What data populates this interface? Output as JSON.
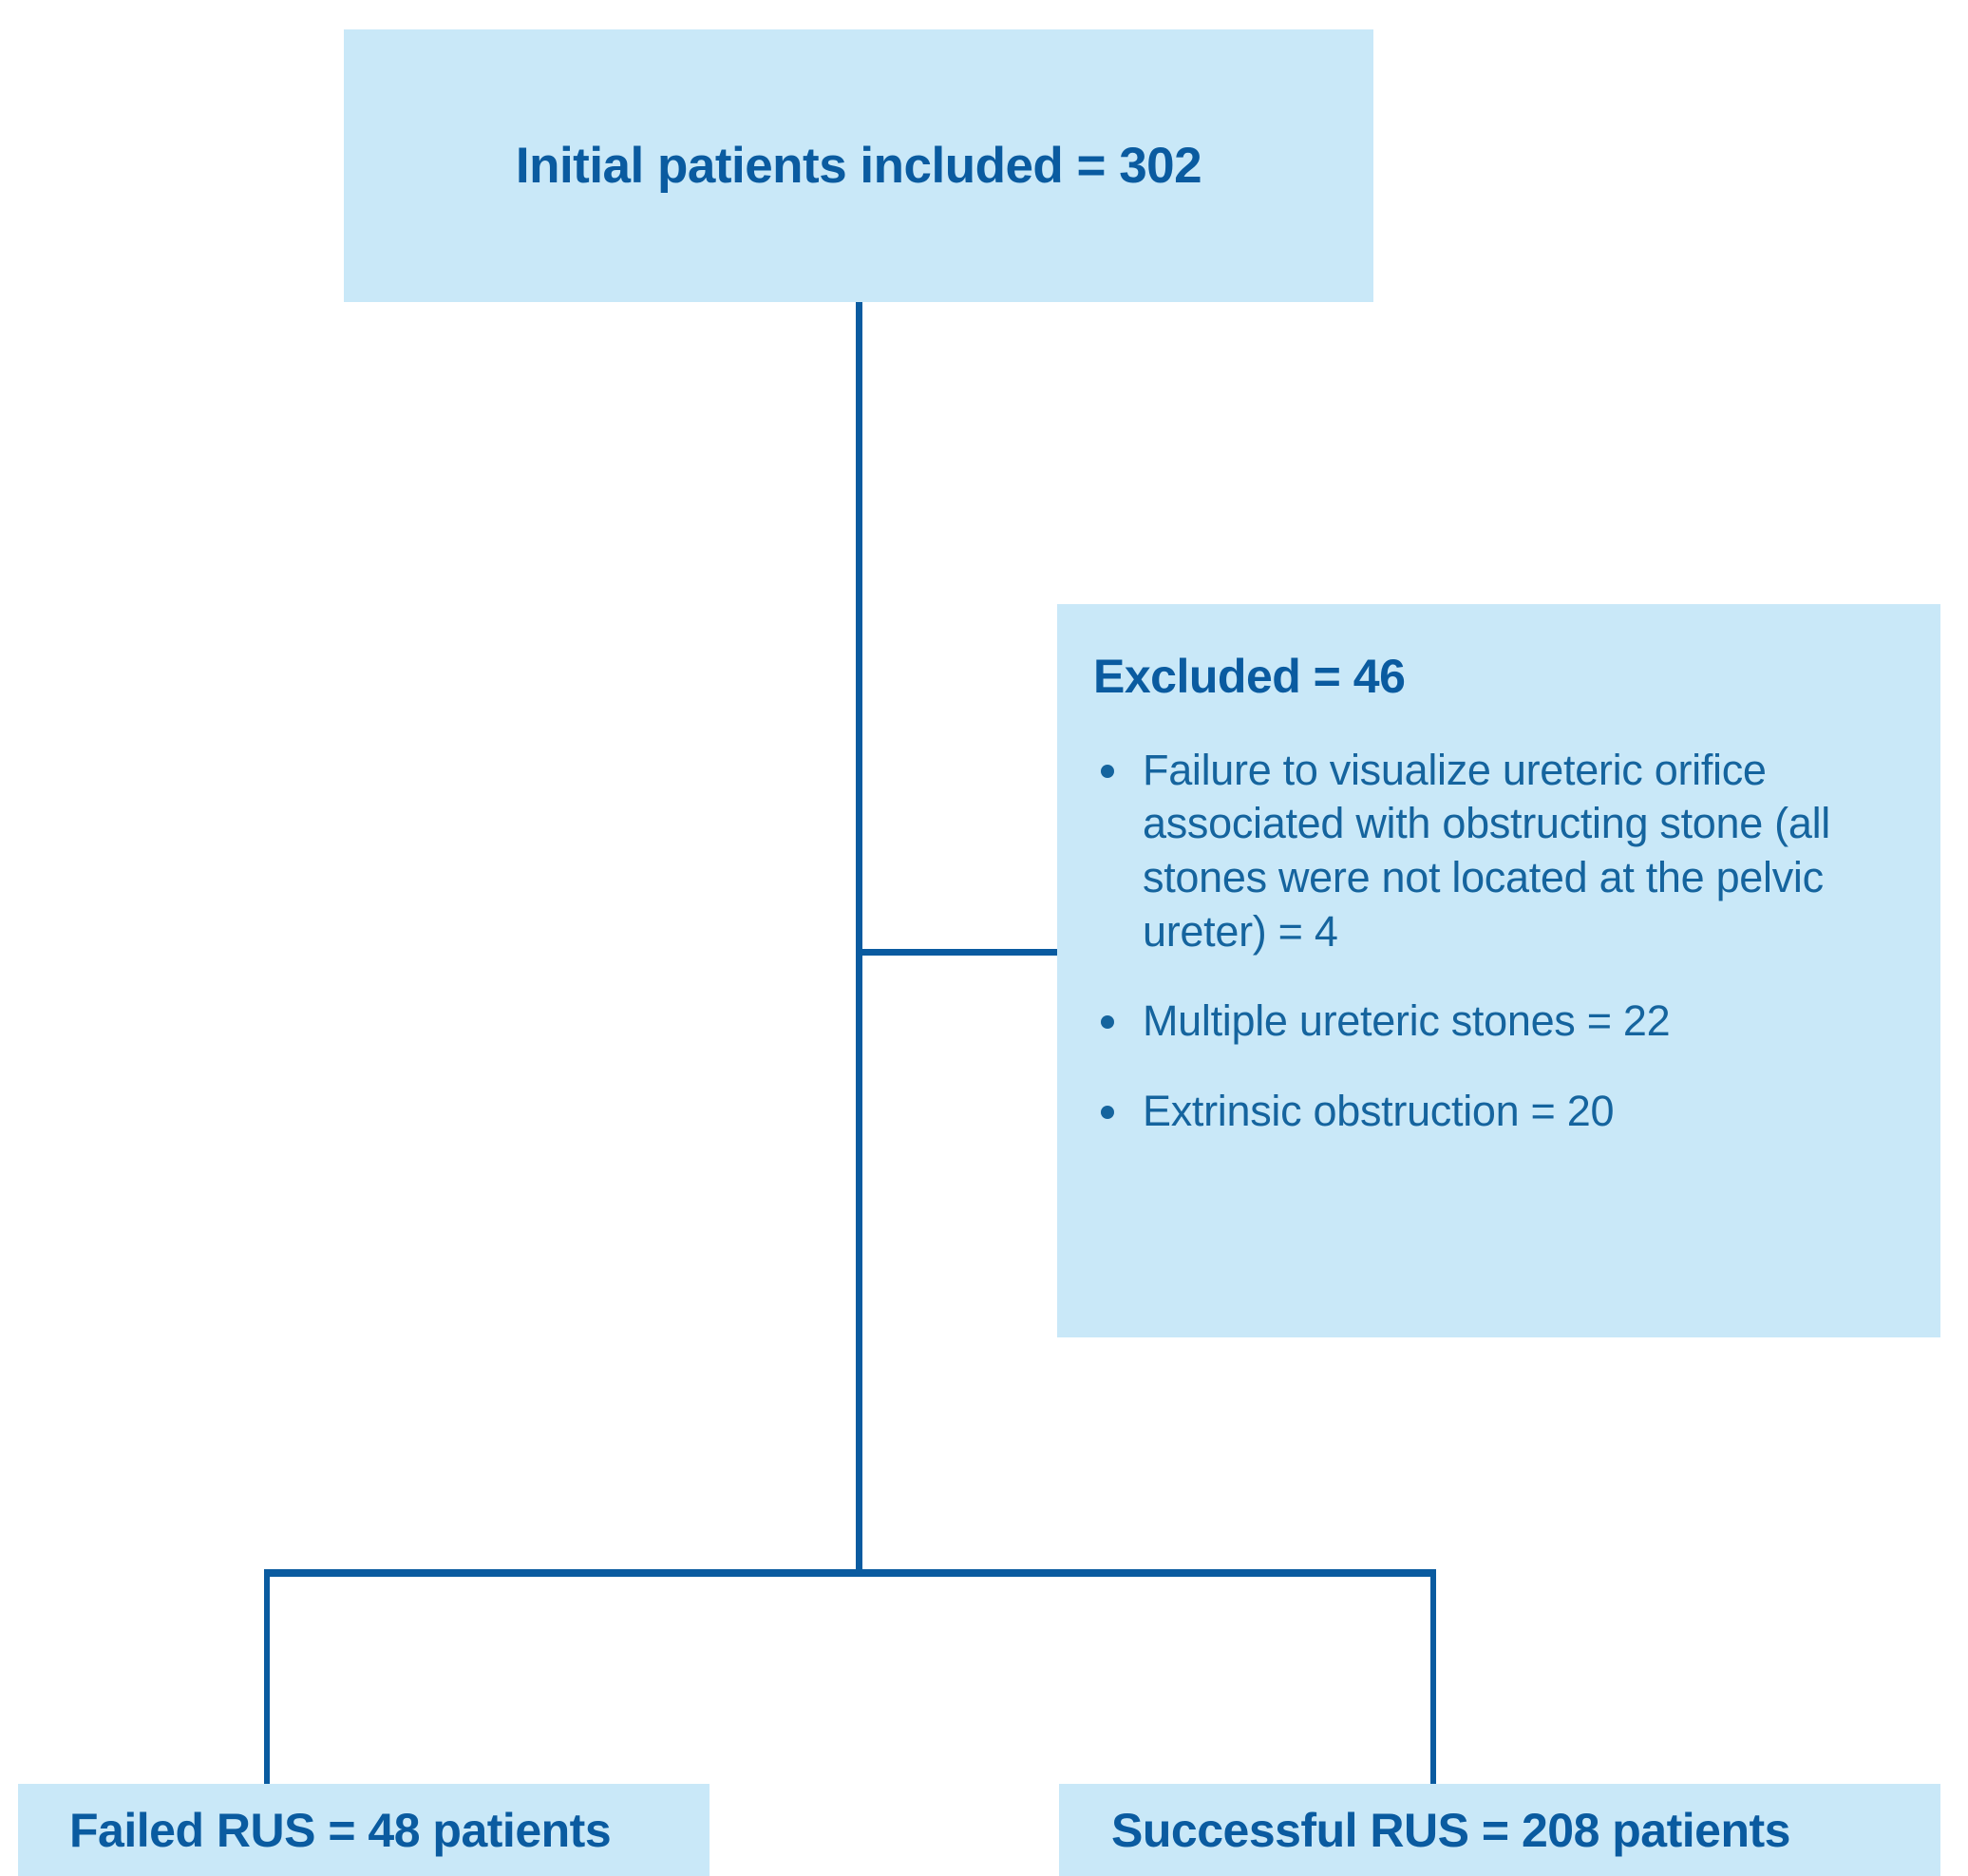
{
  "diagram": {
    "type": "flowchart",
    "orientation": "top-down",
    "colors": {
      "box_fill": "#C9E8F8",
      "text_dark_blue": "#0A5BA0",
      "body_blue": "#15649E",
      "connector": "#0A5BA0",
      "background": "#FFFFFF"
    },
    "nodes": {
      "initial": {
        "label": "Initial patients included = 302",
        "count": 302
      },
      "excluded": {
        "title": "Excluded = 46",
        "count": 46,
        "reasons": [
          {
            "text": "Failure to visualize ureteric orifice associated with obstructing stone (all stones were not located at the pelvic ureter) = 4",
            "count": 4
          },
          {
            "text": "Multiple ureteric stones = 22",
            "count": 22
          },
          {
            "text": "Extrinsic obstruction = 20",
            "count": 20
          }
        ]
      },
      "failed": {
        "label": "Failed RUS = 48 patients",
        "count": 48
      },
      "successful": {
        "label": "Successful RUS = 208 patients",
        "count": 208
      }
    }
  }
}
